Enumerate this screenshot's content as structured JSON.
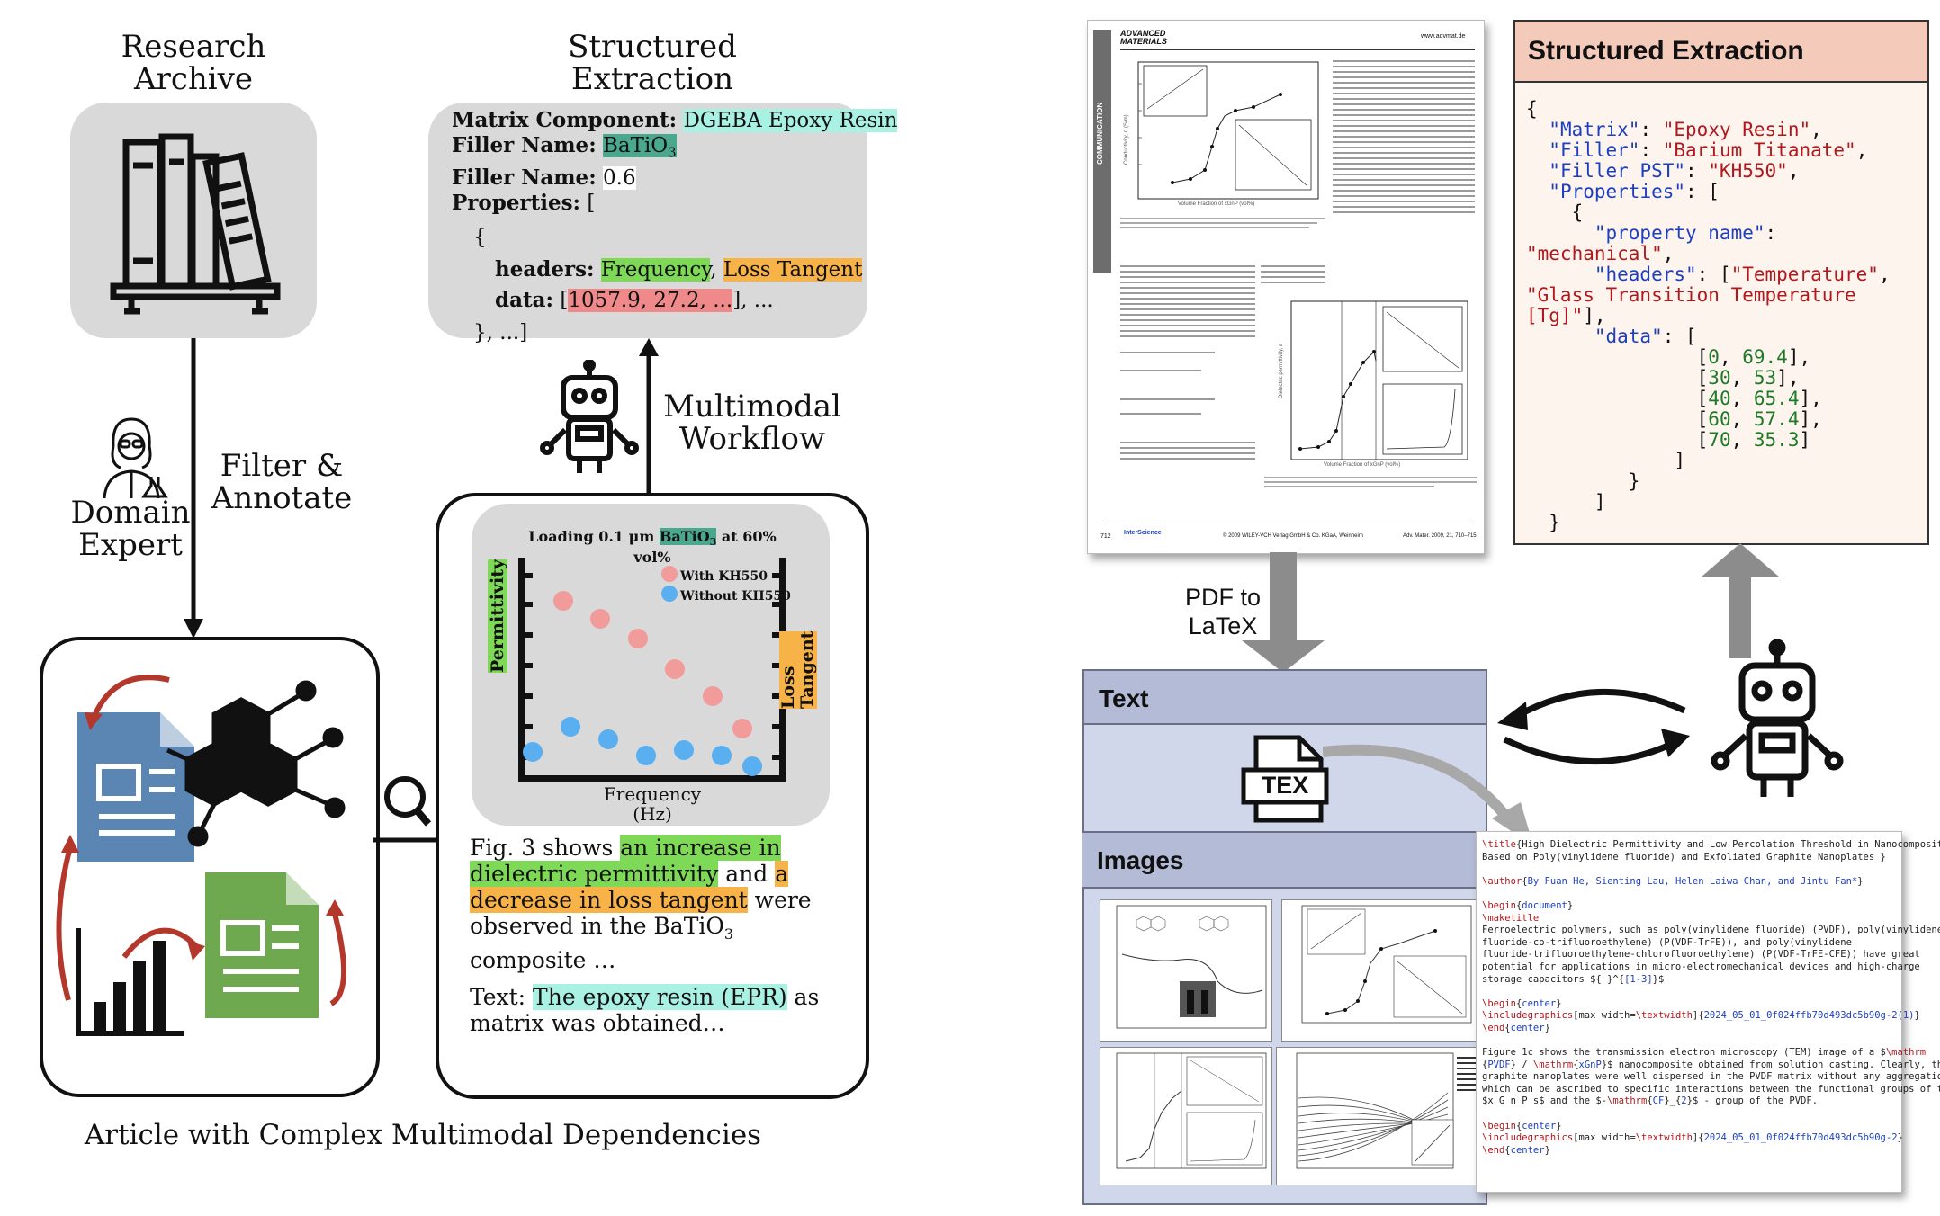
{
  "left": {
    "research_archive": "Research\nArchive",
    "structured_extraction_title": "Structured\nExtraction",
    "filter_annotate": "Filter &\nAnnotate",
    "domain_expert": "Domain\nExpert",
    "multimodal_workflow": "Multimodal\nWorkflow",
    "caption": "Article with Complex Multimodal Dependencies",
    "extraction": {
      "matrix_key": "Matrix Component:",
      "matrix_val": "DGEBA Epoxy Resin",
      "filler1_key": "Filler Name:",
      "filler1_val": "BaTiO",
      "filler1_sub": "3",
      "filler2_key": "Filler Name:",
      "filler2_val": "0.6",
      "props_key": "Properties:",
      "props_open": " [",
      "brace_open": "{",
      "headers_key": "headers:",
      "headers_v1": "Frequency",
      "headers_sep": ",",
      "headers_v2": "Loss Tangent",
      "data_key": "data:",
      "data_open": " [",
      "data_val": "1057.9, 27.2, ...",
      "data_close": "], ...",
      "brace_close": "}, ...]"
    },
    "plot": {
      "title_pre": "Loading 0.1 μm ",
      "title_hl": "BaTiO",
      "title_sub": "3",
      "title_post": " at 60%",
      "title_line2": "vol%",
      "y_left": "Permittivity",
      "y_right": "Loss\nTangent",
      "x_label": "Frequency\n(Hz)",
      "legend1": "With KH550",
      "legend2": "Without KH550"
    },
    "figtext": {
      "p1": "Fig. 3 shows ",
      "h1": "an increase in",
      "h2": "dielectric permittivity",
      "p2": " and ",
      "h3": "a",
      "h4": "decrease in loss tangent",
      "p3": " were",
      "p4": "observed in the BaTiO",
      "p4sub": "3",
      "p5": "composite …",
      "t_pre": "Text: ",
      "t_hl": "The epoxy resin (EPR)",
      "t_post": " as",
      "t2": "matrix was obtained…"
    }
  },
  "right": {
    "pdf_to_latex": "PDF to\nLaTeX",
    "text_header": "Text",
    "images_header": "Images",
    "tex_label": "TEX",
    "se_header": "Structured Extraction",
    "journal": "ADVANCED\nMATERIALS",
    "journal_url": "www.advmat.de",
    "side_tab": "COMMUNICATION",
    "page_no": "712",
    "publisher": "InterScience",
    "copyright": "© 2009 WILEY-VCH Verlag GmbH & Co. KGaA, Weinheim",
    "citation": "Adv. Mater. 2009, 21, 710–715",
    "paper_xlabel1": "Volume Fraction of xGnP (vol%)",
    "paper_xlabel2": "Volume Fraction of xGnP (vol%)",
    "paper_ylabel1": "Conductivity, σ (S/m)",
    "paper_ylabel2": "Dielectric permittivity, ε",
    "json_lines": [
      "{",
      "  \"Matrix\": \"Epoxy Resin\",",
      "  \"Filler\": \"Barium Titanate\",",
      "  \"Filler PST\": \"KH550\",",
      "  \"Properties\": [",
      "    {",
      "      \"property name\":",
      "\"mechanical\",",
      "      \"headers\": [\"Temperature\",",
      "\"Glass Transition Temperature",
      "[Tg]\"],",
      "      \"data\": [",
      "               [0, 69.4],",
      "               [30, 53],",
      "               [40, 65.4],",
      "               [60, 57.4],",
      "               [70, 35.3]",
      "             ]",
      "         }",
      "      ]",
      "  }"
    ],
    "latex_lines": [
      "\\title{High Dielectric Permittivity and Low Percolation Threshold in Nanocomposites",
      "Based on Poly(vinylidene fluoride) and Exfoliated Graphite Nanoplates }",
      "",
      "\\author{By Fuan He, Sienting Lau, Helen Laiwa Chan, and Jintu Fan*}",
      "",
      "\\begin{document}",
      "\\maketitle",
      "Ferroelectric polymers, such as poly(vinylidene fluoride) (PVDF), poly(vinylidene",
      "fluoride-co-trifluoroethylene) (P(VDF-TrFE)), and poly(vinylidene",
      "fluoride-trifluoroethylene-chlorofluoroethylene) (P(VDF-TrFE-CFE)) have great",
      "potential for applications in micro-electromechanical devices and high-charge",
      "storage capacitors ${ }^{[1-3]}$",
      "",
      "\\begin{center}",
      "\\includegraphics[max width=\\textwidth]{2024_05_01_0f024ffb70d493dc5b90g-2(1)}",
      "\\end{center}",
      "",
      "Figure 1c shows the transmission electron microscopy (TEM) image of a $\\mathrm",
      "{PVDF} / \\mathrm{xGnP}$ nanocomposite obtained from solution casting. Clearly, the",
      "graphite nanoplates were well dispersed in the PVDF matrix without any aggregation,",
      "which can be ascribed to specific interactions between the functional groups of the",
      "$x G n P s$ and the $-\\mathrm{CF}_{2}$ - group of the PVDF.",
      "",
      "\\begin{center}",
      "\\includegraphics[max width=\\textwidth]{2024_05_01_0f024ffb70d493dc5b90g-2}",
      "\\end{center}"
    ]
  }
}
